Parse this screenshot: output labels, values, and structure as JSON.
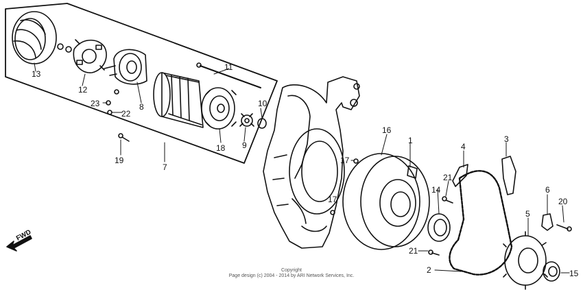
{
  "diagram": {
    "part_labels": [
      "1",
      "2",
      "3",
      "4",
      "5",
      "6",
      "7",
      "8",
      "9",
      "10",
      "11",
      "12",
      "13",
      "14",
      "15",
      "16",
      "17",
      "17",
      "18",
      "19",
      "20",
      "21",
      "21",
      "22",
      "23"
    ],
    "direction_label": "FWD",
    "copyright_line1": "Copyright",
    "copyright_line2": "Page design (c) 2004 - 2014 by ARI Network Services, Inc."
  },
  "colors": {
    "ink": "#111111",
    "paper": "#ffffff"
  }
}
